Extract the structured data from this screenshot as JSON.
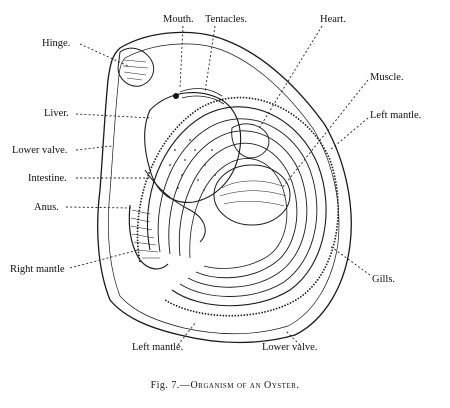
{
  "labels": {
    "mouth": "Mouth.",
    "tentacles": "Tentacles.",
    "heart": "Heart.",
    "hinge": "Hinge.",
    "muscle": "Muscle.",
    "liver": "Liver.",
    "left_mantle_top": "Left mantle.",
    "lower_valve_left": "Lower valve.",
    "intestine": "Intestine.",
    "anus": "Anus.",
    "right_mantle": "Right mantle",
    "gills": "Gills.",
    "left_mantle_bottom": "Left mantle.",
    "lower_valve_bottom": "Lower valve."
  },
  "caption": {
    "prefix": "Fig. 7.—",
    "title": "Organism of an Oyster."
  }
}
